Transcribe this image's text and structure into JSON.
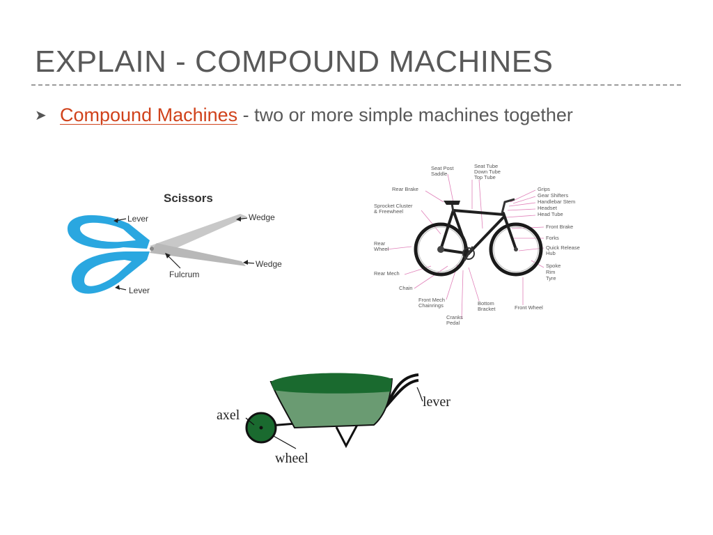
{
  "slide": {
    "title": "EXPLAIN - COMPOUND MACHINES",
    "bullet": {
      "icon": "arrowhead-bullet-icon",
      "term": "Compound Machines",
      "definition": " - two or more simple machines together"
    }
  },
  "scissors": {
    "heading": "Scissors",
    "labels": {
      "lever_top": "Lever",
      "lever_bottom": "Lever",
      "wedge_top": "Wedge",
      "wedge_bottom": "Wedge",
      "fulcrum": "Fulcrum"
    },
    "colors": {
      "handle": "#2aa7e0",
      "blade": "#c8c8c8"
    }
  },
  "bicycle": {
    "labels": {
      "seat_post": "Seat Post",
      "saddle": "Saddle",
      "seat_tube": "Seat Tube",
      "down_tube": "Down Tube",
      "top_tube": "Top Tube",
      "rear_brake": "Rear Brake",
      "sprocket_1": "Sprocket Cluster",
      "sprocket_2": "& Freewheel",
      "rear_wheel_1": "Rear",
      "rear_wheel_2": "Wheel",
      "rear_mech": "Rear Mech",
      "chain": "Chain",
      "front_mech_1": "Front Mech",
      "front_mech_2": "Chainrings",
      "cranks": "Cranks",
      "pedal": "Pedal",
      "bottom_bracket_1": "Bottom",
      "bottom_bracket_2": "Bracket",
      "front_wheel": "Front Wheel",
      "grips": "Grips",
      "gear_shifters": "Gear Shifters",
      "handlebar_stem": "Handlebar Stem",
      "headset": "Headset",
      "head_tube": "Head Tube",
      "front_brake": "Front Brake",
      "forks": "Forks",
      "quick_release_1": "Quick Release",
      "quick_release_2": "Hub",
      "spoke": "Spoke",
      "rim": "Rim",
      "tyre": "Tyre"
    },
    "colors": {
      "callout": "#e07fb8",
      "label": "#555555"
    }
  },
  "wheelbarrow": {
    "labels": {
      "axel": "axel",
      "lever": "lever",
      "wheel": "wheel"
    },
    "colors": {
      "tray": "#6a9b72",
      "load": "#1a6a2f",
      "wheel": "#1a6a2f"
    }
  }
}
